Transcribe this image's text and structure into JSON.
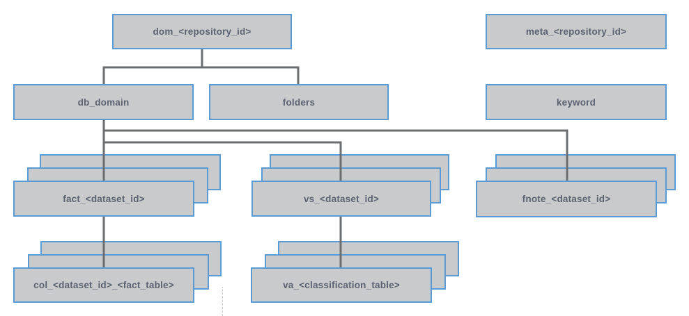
{
  "diagram": {
    "nodes": {
      "dom": {
        "label": "dom_<repository_id>"
      },
      "meta": {
        "label": "meta_<repository_id>"
      },
      "db_domain": {
        "label": "db_domain"
      },
      "folders": {
        "label": "folders"
      },
      "keyword": {
        "label": "keyword"
      },
      "fact": {
        "label": "fact_<dataset_id>"
      },
      "vs": {
        "label": "vs_<dataset_id>"
      },
      "fnote": {
        "label": "fnote_<dataset_id>"
      },
      "col": {
        "label": "col_<dataset_id>_<fact_table>"
      },
      "va": {
        "label": "va_<classification_table>"
      }
    },
    "edges": [
      {
        "from": "dom",
        "to": "db_domain"
      },
      {
        "from": "dom",
        "to": "folders"
      },
      {
        "from": "db_domain",
        "to": "fact"
      },
      {
        "from": "db_domain",
        "to": "vs"
      },
      {
        "from": "db_domain",
        "to": "fnote"
      },
      {
        "from": "fact",
        "to": "col"
      },
      {
        "from": "vs",
        "to": "va"
      }
    ],
    "colors": {
      "background": "#ffffff",
      "box_fill": "#c9cacc",
      "box_border": "#5b9bd5",
      "label_text": "#5b6370",
      "connector": "#6b6d6f"
    }
  }
}
